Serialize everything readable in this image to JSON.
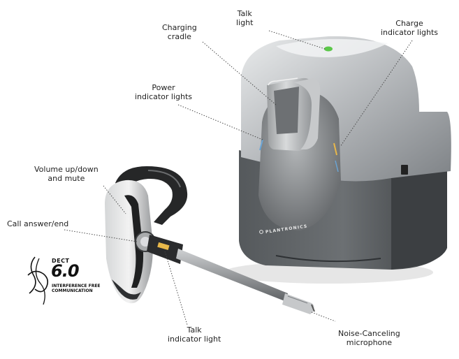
{
  "labels": {
    "talk_light": [
      "Talk",
      "light"
    ],
    "charge_indicator": [
      "Charge",
      "indicator lights"
    ],
    "charging_cradle": [
      "Charging",
      "cradle"
    ],
    "power_indicator": [
      "Power",
      "indicator lights"
    ],
    "volume": [
      "Volume up/down",
      "and mute"
    ],
    "call_answer": [
      "Call answer/end"
    ],
    "talk_indicator": [
      "Talk",
      "indicator light"
    ],
    "microphone": [
      "Noise-Canceling",
      "microphone"
    ]
  },
  "logo": {
    "line1": "DECT",
    "line2": "6.0",
    "line3": "INTERFERENCE FREE",
    "line4": "COMMUNICATION"
  },
  "brand": "PLANTRONICS",
  "colors": {
    "text": "#222222",
    "leader": "#444444",
    "talk_light": "#5cc84a",
    "indicator_glow": "#e8b84a"
  }
}
